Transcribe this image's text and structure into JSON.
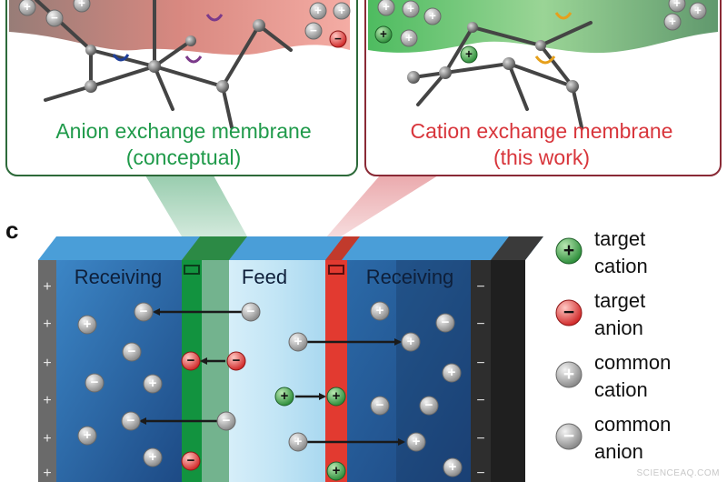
{
  "panel_b": {
    "anion_card": {
      "line1": "Anion exchange membrane",
      "line2": "(conceptual)"
    },
    "cation_card": {
      "line1": "Cation exchange membrane",
      "line2": "(this work)"
    }
  },
  "panel_c": {
    "panel_letter": "c",
    "label_receiving_left": "Receiving",
    "label_feed": "Feed",
    "label_receiving_right": "Receiving",
    "electrode_left_sign": "+",
    "electrode_right_sign": "−"
  },
  "legend": {
    "items": [
      {
        "line1": "target",
        "line2": "cation",
        "symbol": "+",
        "color": "#3aa04a"
      },
      {
        "line1": "target",
        "line2": "anion",
        "symbol": "−",
        "color": "#e0393a"
      },
      {
        "line1": "common",
        "line2": "cation",
        "symbol": "+",
        "color": "#9a9a9a"
      },
      {
        "line1": "common",
        "line2": "anion",
        "symbol": "−",
        "color": "#9a9a9a"
      }
    ]
  },
  "watermark": "SCIENCEAQ.COM",
  "colors": {
    "green_text": "#1f9a4a",
    "red_text": "#d8353b",
    "green_membrane": "#12933f",
    "red_membrane": "#e23a30",
    "receiving_blue": "#2a6fb0",
    "feed_blue": "#bfe3f6"
  }
}
